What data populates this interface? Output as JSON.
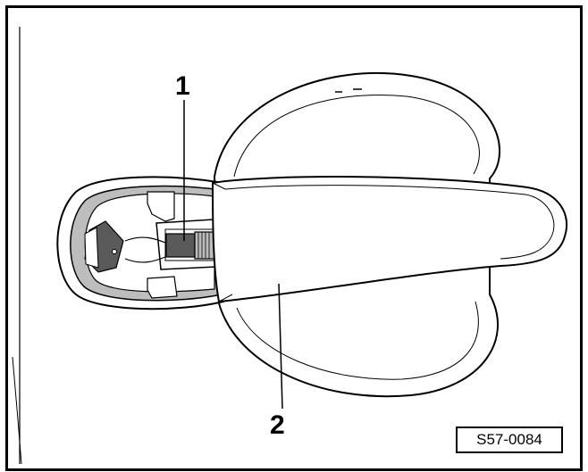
{
  "callouts": {
    "item_1": "1",
    "item_2": "2"
  },
  "figure_ref": "S57-0084",
  "colors": {
    "outline": "#000000",
    "fill_light": "#ffffff",
    "fill_mid": "#bdbdbd",
    "fill_dark": "#5a5a5a"
  }
}
